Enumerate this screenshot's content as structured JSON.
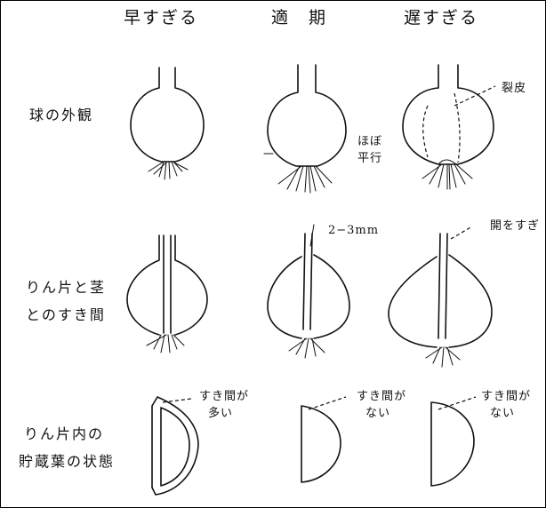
{
  "columns": {
    "early": "早すぎる",
    "proper": "適　期",
    "late": "遅すぎる"
  },
  "rows": {
    "bulb_appearance": "球の外観",
    "gap_line1": "りん片と茎",
    "gap_line2": "とのすき間",
    "vascular_line1": "りん片内の",
    "vascular_line2": "貯蔵葉の状態"
  },
  "annotations": {
    "split": "裂皮",
    "parallel_line1": "ほぼ",
    "parallel_line2": "平行",
    "gap_size": "2−3mm",
    "gap_late": "開をすぎ",
    "many_gap_line1": "すき間が",
    "many_gap_line2": "多い",
    "no_gap_proper_line1": "すき間が",
    "no_gap_proper_line2": "ない",
    "no_gap_late_line1": "すき間が",
    "no_gap_late_line2": "ない"
  }
}
